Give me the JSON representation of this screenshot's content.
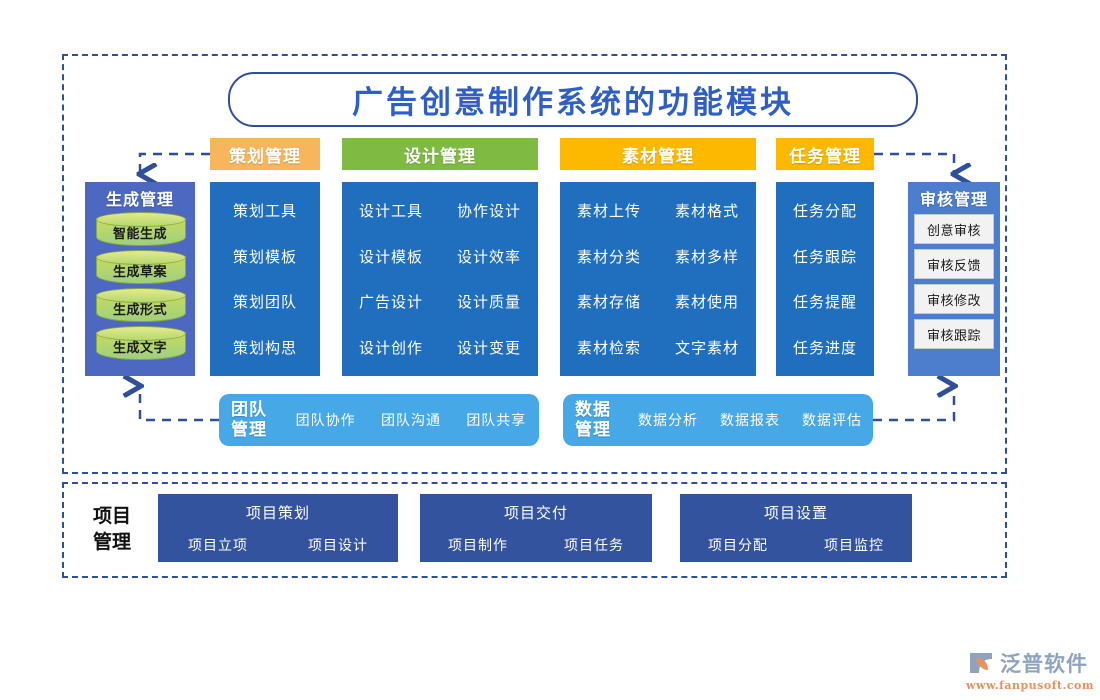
{
  "title": "广告创意制作系统的功能模块",
  "left_module": {
    "title": "生成管理",
    "items": [
      "智能生成",
      "生成草案",
      "生成形式",
      "生成文字"
    ]
  },
  "right_module": {
    "title": "审核管理",
    "items": [
      "创意审核",
      "审核反馈",
      "审核修改",
      "审核跟踪"
    ]
  },
  "columns": [
    {
      "header": "策划管理",
      "header_color": "#f8b65c",
      "cols": 1,
      "rows": [
        [
          "策划工具"
        ],
        [
          "策划模板"
        ],
        [
          "策划团队"
        ],
        [
          "策划构思"
        ]
      ]
    },
    {
      "header": "设计管理",
      "header_color": "#7fba43",
      "cols": 2,
      "rows": [
        [
          "设计工具",
          "协作设计"
        ],
        [
          "设计模板",
          "设计效率"
        ],
        [
          "广告设计",
          "设计质量"
        ],
        [
          "设计创作",
          "设计变更"
        ]
      ]
    },
    {
      "header": "素材管理",
      "header_color": "#fdb900",
      "cols": 2,
      "rows": [
        [
          "素材上传",
          "素材格式"
        ],
        [
          "素材分类",
          "素材多样"
        ],
        [
          "素材存储",
          "素材使用"
        ],
        [
          "素材检索",
          "文字素材"
        ]
      ]
    },
    {
      "header": "任务管理",
      "header_color": "#fdb900",
      "cols": 1,
      "rows": [
        [
          "任务分配"
        ],
        [
          "任务跟踪"
        ],
        [
          "任务提醒"
        ],
        [
          "任务进度"
        ]
      ]
    }
  ],
  "pills": [
    {
      "title": "团队管理",
      "items": [
        "团队协作",
        "团队沟通",
        "团队共享"
      ]
    },
    {
      "title": "数据管理",
      "items": [
        "数据分析",
        "数据报表",
        "数据评估"
      ]
    }
  ],
  "project": {
    "label": "项目管理",
    "label_line1": "项目",
    "label_line2": "管理",
    "boxes": [
      {
        "head": "项目策划",
        "subs": [
          "项目立项",
          "项目设计"
        ]
      },
      {
        "head": "项目交付",
        "subs": [
          "项目制作",
          "项目任务"
        ]
      },
      {
        "head": "项目设置",
        "subs": [
          "项目分配",
          "项目监控"
        ]
      }
    ]
  },
  "logo": {
    "name": "泛普软件",
    "url": "www.fanpusoft.com"
  },
  "colors": {
    "dashed_border": "#2f4f9b",
    "title_text": "#2f5fc4",
    "column_body": "#1f6fbe",
    "left_module_bg": "#4d68c0",
    "right_module_bg": "#4d7ecd",
    "pill_bg": "#47a8e8",
    "project_box_bg": "#33539e"
  }
}
